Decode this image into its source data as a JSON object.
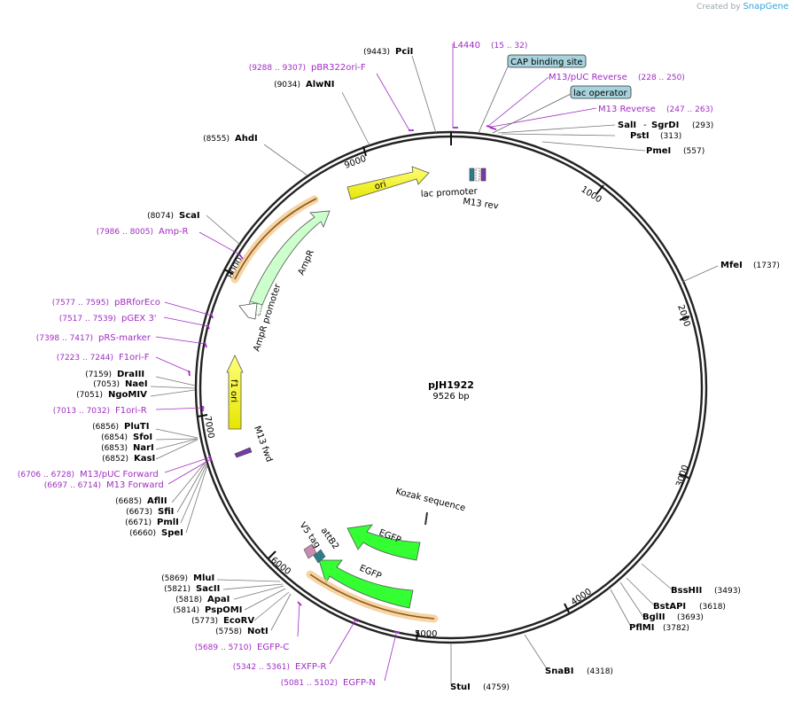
{
  "watermark": {
    "prefix": "Created by",
    "brand": "SnapGene"
  },
  "plasmid": {
    "name": "pJH1922",
    "size_label": "9526 bp",
    "length": 9526
  },
  "ticks": [
    {
      "pos": 1000,
      "label": "1000"
    },
    {
      "pos": 2000,
      "label": "2000"
    },
    {
      "pos": 3000,
      "label": "3000"
    },
    {
      "pos": 4000,
      "label": "4000"
    },
    {
      "pos": 5000,
      "label": "5000"
    },
    {
      "pos": 6000,
      "label": "6000"
    },
    {
      "pos": 7000,
      "label": "7000"
    },
    {
      "pos": 8000,
      "label": "8000"
    },
    {
      "pos": 9000,
      "label": "9000"
    }
  ],
  "enzymes": [
    {
      "name": "PciI",
      "pos": "(9443)"
    },
    {
      "name": "AlwNI",
      "pos": "(9034)"
    },
    {
      "name": "AhdI",
      "pos": "(8555)"
    },
    {
      "name": "ScaI",
      "pos": "(8074)"
    },
    {
      "name": "DraIII",
      "pos": "(7159)"
    },
    {
      "name": "NaeI",
      "pos": "(7053)"
    },
    {
      "name": "NgoMIV",
      "pos": "(7051)"
    },
    {
      "name": "PluTI",
      "pos": "(6856)"
    },
    {
      "name": "SfoI",
      "pos": "(6854)"
    },
    {
      "name": "NarI",
      "pos": "(6853)"
    },
    {
      "name": "KasI",
      "pos": "(6852)"
    },
    {
      "name": "AflII",
      "pos": "(6685)"
    },
    {
      "name": "SfiI",
      "pos": "(6673)"
    },
    {
      "name": "PmlI",
      "pos": "(6671)"
    },
    {
      "name": "SpeI",
      "pos": "(6660)"
    },
    {
      "name": "MluI",
      "pos": "(5869)"
    },
    {
      "name": "SacII",
      "pos": "(5821)"
    },
    {
      "name": "ApaI",
      "pos": "(5818)"
    },
    {
      "name": "PspOMI",
      "pos": "(5814)"
    },
    {
      "name": "EcoRV",
      "pos": "(5773)"
    },
    {
      "name": "NotI",
      "pos": "(5758)"
    },
    {
      "name": "SalI",
      "name2": "SgrDI",
      "pos": "(293)"
    },
    {
      "name": "PstI",
      "pos": "(313)"
    },
    {
      "name": "PmeI",
      "pos": "(557)"
    },
    {
      "name": "MfeI",
      "pos": "(1737)"
    },
    {
      "name": "BssHII",
      "pos": "(3493)"
    },
    {
      "name": "BstAPI",
      "pos": "(3618)"
    },
    {
      "name": "BglII",
      "pos": "(3693)"
    },
    {
      "name": "PflMI",
      "pos": "(3782)"
    },
    {
      "name": "SnaBI",
      "pos": "(4318)"
    },
    {
      "name": "StuI",
      "pos": "(4759)"
    }
  ],
  "primers": [
    {
      "name": "L4440",
      "range": "(15 .. 32)"
    },
    {
      "name": "pBR322ori-F",
      "range": "(9288 .. 9307)"
    },
    {
      "name": "Amp-R",
      "range": "(7986 .. 8005)"
    },
    {
      "name": "pBRforEco",
      "range": "(7577 .. 7595)"
    },
    {
      "name": "pGEX 3'",
      "range": "(7517 .. 7539)"
    },
    {
      "name": "pRS-marker",
      "range": "(7398 .. 7417)"
    },
    {
      "name": "F1ori-F",
      "range": "(7223 .. 7244)"
    },
    {
      "name": "F1ori-R",
      "range": "(7013 .. 7032)"
    },
    {
      "name": "M13/pUC Forward",
      "range": "(6706 .. 6728)"
    },
    {
      "name": "M13 Forward",
      "range": "(6697 .. 6714)"
    },
    {
      "name": "EGFP-C",
      "range": "(5689 .. 5710)"
    },
    {
      "name": "EXFP-R",
      "range": "(5342 .. 5361)"
    },
    {
      "name": "EGFP-N",
      "range": "(5081 .. 5102)"
    },
    {
      "name": "M13/pUC Reverse",
      "range": "(228 .. 250)"
    },
    {
      "name": "M13 Reverse",
      "range": "(247 .. 263)"
    }
  ],
  "features": [
    {
      "name": "CAP binding site"
    },
    {
      "name": "lac operator"
    },
    {
      "name": "ori"
    },
    {
      "name": "lac promoter"
    },
    {
      "name": "M13 rev"
    },
    {
      "name": "AmpR"
    },
    {
      "name": "AmpR promoter"
    },
    {
      "name": "f1 ori"
    },
    {
      "name": "M13 fwd"
    },
    {
      "name": "Kozak sequence"
    },
    {
      "name": "EGFP"
    },
    {
      "name": "EGFP"
    },
    {
      "name": "V5 tag"
    },
    {
      "name": "attB2"
    }
  ],
  "colors": {
    "enzyme_text": "#000000",
    "primer_text": "#a12cc3",
    "ori": "#ffff00",
    "ampr": "#ccffcc",
    "egfp": "#33ff33",
    "primer_bar": "#c8a15a",
    "tag_box": "#a6d3dd"
  }
}
